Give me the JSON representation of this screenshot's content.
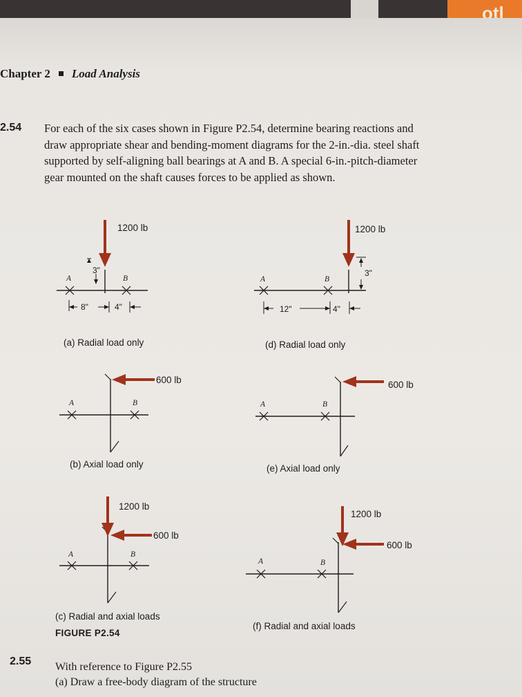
{
  "book_edge_text": "otl",
  "chapter": {
    "label": "Chapter 2",
    "title": "Load Analysis"
  },
  "problem_254": {
    "number": "2.54",
    "lines": [
      "For each of the six cases shown in Figure P2.54, determine bearing reactions and",
      "draw appropriate shear and bending-moment diagrams for the 2-in.-dia. steel shaft",
      "supported by self-aligning ball bearings at A and B. A special 6-in.-pitch-diameter",
      "gear mounted on the shaft causes forces to be applied as shown."
    ]
  },
  "figure": {
    "label": "FIGURE P2.54",
    "colors": {
      "arrow": "#a0331c",
      "line": "#1e1c1c"
    },
    "bearing_a": "A",
    "bearing_b": "B",
    "cases": {
      "a": {
        "caption": "(a) Radial load only",
        "radial_load": "1200 lb",
        "dims": {
          "offset": "3\"",
          "left_span": "8\"",
          "right_span": "4\""
        }
      },
      "b": {
        "caption": "(b) Axial load only",
        "axial_load": "600 lb"
      },
      "c": {
        "caption": "(c) Radial and axial loads",
        "radial_load": "1200 lb",
        "axial_load": "600 lb"
      },
      "d": {
        "caption": "(d) Radial load only",
        "radial_load": "1200 lb",
        "dims": {
          "offset": "3\"",
          "left_span": "12\"",
          "right_span": "4\""
        }
      },
      "e": {
        "caption": "(e) Axial load only",
        "axial_load": "600 lb"
      },
      "f": {
        "caption": "(f) Radial and axial loads",
        "radial_load": "1200 lb",
        "axial_load": "600 lb"
      }
    }
  },
  "problem_255": {
    "number": "2.55",
    "line1": "With reference to Figure P2.55",
    "line2": "(a)  Draw a free-body diagram of the structure"
  }
}
